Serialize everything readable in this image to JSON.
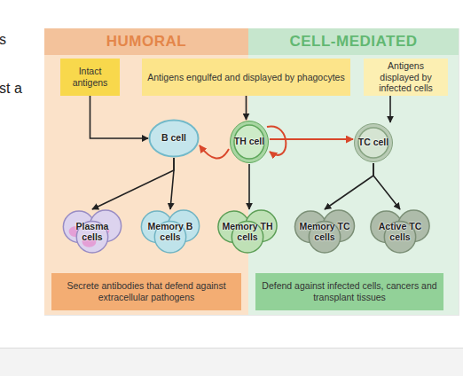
{
  "diagram": {
    "nodes": [
      {
        "text": [
          "HUMORAL"
        ]
      },
      {
        "text": [
          "CELL-MEDIATED"
        ]
      },
      {
        "text": [
          "Intact antigens"
        ],
        "in": 0
      },
      {
        "text": [
          "Antigens engulfed and displayed by phagocytes"
        ]
      },
      {
        "text": [
          "Antigens displayed by infected cells"
        ],
        "in": 1
      },
      {
        "text": [
          "B cell"
        ],
        "in": 0
      },
      {
        "text": [
          "TH cell"
        ]
      },
      {
        "text": [
          "TC cell"
        ],
        "in": 1
      },
      {
        "text": [
          "Plasma cells"
        ],
        "in": 0
      },
      {
        "text": [
          "Memory B cells"
        ],
        "in": 0
      },
      {
        "text": [
          "Memory TH cells"
        ]
      },
      {
        "text": [
          "Memory TC cells"
        ],
        "in": 1
      },
      {
        "text": [
          "Active TC cells"
        ],
        "in": 1
      },
      {
        "text": [
          "Secrete antibodies that defend against extracellular pathogens"
        ],
        "in": 0
      },
      {
        "text": [
          "Defend against infected cells, cancers and transplant tissues"
        ],
        "in": 1
      }
    ],
    "edges": [
      {
        "from": 2,
        "to": 5,
        "arrow": "to"
      },
      {
        "from": 3,
        "to": 6,
        "arrow": "to"
      },
      {
        "from": 4,
        "to": 7,
        "arrow": "to"
      },
      {
        "from": 6,
        "to": 7,
        "arrow": "to"
      },
      {
        "from": 6,
        "to": 5,
        "arrow": "to"
      },
      {
        "from": 6,
        "to": 6,
        "arrow": "to"
      },
      {
        "from": 5,
        "to": 8,
        "arrow": "to"
      },
      {
        "from": 5,
        "to": 9,
        "arrow": "to"
      },
      {
        "from": 6,
        "to": 10,
        "arrow": "to"
      },
      {
        "from": 7,
        "to": 11,
        "arrow": "to"
      },
      {
        "from": 7,
        "to": 12,
        "arrow": "to"
      }
    ],
    "labels": [
      "s",
      "st a"
    ]
  }
}
